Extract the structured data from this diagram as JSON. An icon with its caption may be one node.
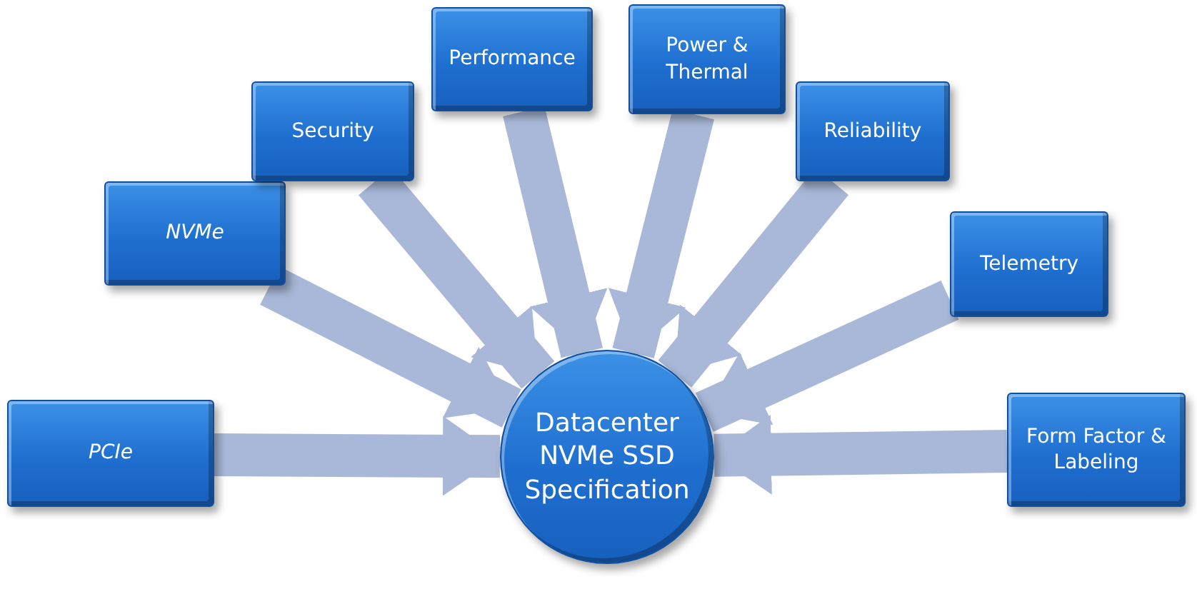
{
  "diagram": {
    "nodes": [
      {
        "text": [
          "PCIe"
        ]
      },
      {
        "text": [
          "NVMe"
        ]
      },
      {
        "text": [
          "Security"
        ]
      },
      {
        "text": [
          "Performance"
        ]
      },
      {
        "text": [
          "Power & Thermal"
        ]
      },
      {
        "text": [
          "Reliability"
        ]
      },
      {
        "text": [
          "Telemetry"
        ]
      },
      {
        "text": [
          "Form Factor & Labeling"
        ]
      },
      {
        "text": [
          "Datacenter NVMe SSD Specification"
        ]
      }
    ],
    "edges": [
      {
        "from": 0,
        "to": 8,
        "arrow": "to"
      },
      {
        "from": 1,
        "to": 8,
        "arrow": "to"
      },
      {
        "from": 2,
        "to": 8,
        "arrow": "to"
      },
      {
        "from": 3,
        "to": 8,
        "arrow": "to"
      },
      {
        "from": 4,
        "to": 8,
        "arrow": "to"
      },
      {
        "from": 5,
        "to": 8,
        "arrow": "to"
      },
      {
        "from": 6,
        "to": 8,
        "arrow": "to"
      },
      {
        "from": 7,
        "to": 8,
        "arrow": "to"
      }
    ]
  }
}
